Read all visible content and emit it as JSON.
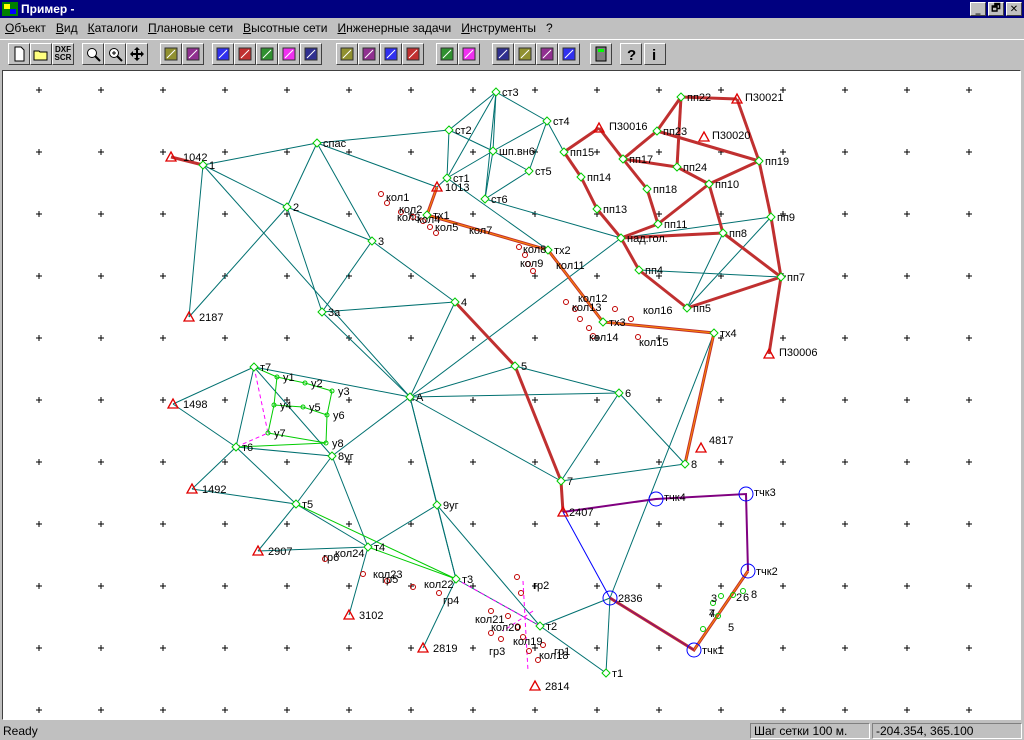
{
  "window": {
    "title": "Пример -"
  },
  "window_buttons": [
    "_",
    "🗗",
    "✕"
  ],
  "menu": [
    "Объект",
    "Вид",
    "Каталоги",
    "Плановые сети",
    "Высотные сети",
    "Инженерные задачи",
    "Инструменты",
    "?"
  ],
  "toolbar": {
    "dxf_label": "DXF SCR",
    "buttons": [
      {
        "name": "new-file-icon"
      },
      {
        "name": "open-folder-icon"
      },
      {
        "name": "dxf-export-icon"
      },
      {
        "name": "zoom-fit-icon"
      },
      {
        "name": "zoom-in-icon"
      },
      {
        "name": "pan-icon"
      },
      {
        "name": "network-calc-icon"
      },
      {
        "name": "binoculars-icon"
      },
      {
        "name": "list-icon"
      },
      {
        "name": "diagram-icon"
      },
      {
        "name": "balance-icon"
      },
      {
        "name": "sort-icon"
      },
      {
        "name": "balance-alt-icon"
      },
      {
        "name": "report-icon"
      },
      {
        "name": "chart-icon"
      },
      {
        "name": "balance-level-icon"
      },
      {
        "name": "table-icon"
      },
      {
        "name": "profile-icon"
      },
      {
        "name": "level-icon"
      },
      {
        "name": "tower-icon"
      },
      {
        "name": "tower-alt-icon"
      },
      {
        "name": "map-icon"
      },
      {
        "name": "elevation-icon"
      },
      {
        "name": "calculator-icon"
      },
      {
        "name": "help-icon"
      },
      {
        "name": "info-icon"
      }
    ]
  },
  "colors": {
    "teal": "#007070",
    "triangle": "#e00000",
    "traverse_red": "#c03030",
    "traverse_orange": "#ff8c00",
    "purple": "#800080",
    "green": "#00cc00",
    "magenta": "#ff00ff",
    "blue": "#0000ff"
  },
  "map": {
    "points": [
      {
        "id": "1042",
        "label": "1042",
        "type": "triangle"
      },
      {
        "id": "1",
        "label": "1",
        "type": "diamond"
      },
      {
        "id": "spas",
        "label": "спас",
        "type": "diamond"
      },
      {
        "id": "2",
        "label": "2",
        "type": "diamond"
      },
      {
        "id": "3",
        "label": "3",
        "type": "diamond"
      },
      {
        "id": "3a",
        "label": "3а",
        "type": "diamond"
      },
      {
        "id": "2187",
        "label": "2187",
        "type": "triangle"
      },
      {
        "id": "st1",
        "label": "ст1",
        "type": "diamond"
      },
      {
        "id": "st2",
        "label": "ст2",
        "type": "diamond"
      },
      {
        "id": "st3",
        "label": "ст3",
        "type": "diamond"
      },
      {
        "id": "st4",
        "label": "ст4",
        "type": "diamond"
      },
      {
        "id": "st5",
        "label": "ст5",
        "type": "diamond"
      },
      {
        "id": "st6",
        "label": "ст6",
        "type": "diamond"
      },
      {
        "id": "shp",
        "label": "шп.вн6",
        "type": "diamond"
      },
      {
        "id": "1013",
        "label": "1013",
        "type": "triangle"
      },
      {
        "id": "tx1",
        "label": "тх1",
        "type": "diamond"
      },
      {
        "id": "tx2",
        "label": "тх2",
        "type": "diamond"
      },
      {
        "id": "tx3",
        "label": "тх3",
        "type": "diamond"
      },
      {
        "id": "tx4",
        "label": "тх4",
        "type": "diamond"
      },
      {
        "id": "nadgol",
        "label": "над.гол.",
        "type": "diamond"
      },
      {
        "id": "p30016",
        "label": "П30016",
        "type": "triangle"
      },
      {
        "id": "p30021",
        "label": "П30021",
        "type": "triangle"
      },
      {
        "id": "p30020",
        "label": "П30020",
        "type": "triangle"
      },
      {
        "id": "p30006",
        "label": "П30006",
        "type": "triangle"
      },
      {
        "id": "pp22",
        "label": "пп22",
        "type": "diamond"
      },
      {
        "id": "pp23",
        "label": "пп23",
        "type": "diamond"
      },
      {
        "id": "pp15",
        "label": "пп15",
        "type": "diamond"
      },
      {
        "id": "pp17",
        "label": "пп17",
        "type": "diamond"
      },
      {
        "id": "pp24",
        "label": "пп24",
        "type": "diamond"
      },
      {
        "id": "pp19",
        "label": "пп19",
        "type": "diamond"
      },
      {
        "id": "pp14",
        "label": "пп14",
        "type": "diamond"
      },
      {
        "id": "pp18",
        "label": "пп18",
        "type": "diamond"
      },
      {
        "id": "pp10",
        "label": "пп10",
        "type": "diamond"
      },
      {
        "id": "pp13",
        "label": "пп13",
        "type": "diamond"
      },
      {
        "id": "pp11",
        "label": "пп11",
        "type": "diamond"
      },
      {
        "id": "pp9",
        "label": "пп9",
        "type": "diamond"
      },
      {
        "id": "pp8",
        "label": "пп8",
        "type": "diamond"
      },
      {
        "id": "pp4",
        "label": "пп4",
        "type": "diamond"
      },
      {
        "id": "pp7",
        "label": "пп7",
        "type": "diamond"
      },
      {
        "id": "pp5",
        "label": "пп5",
        "type": "diamond"
      },
      {
        "id": "4",
        "label": "4",
        "type": "diamond"
      },
      {
        "id": "5",
        "label": "5",
        "type": "diamond"
      },
      {
        "id": "6",
        "label": "6",
        "type": "diamond"
      },
      {
        "id": "7",
        "label": "7",
        "type": "diamond"
      },
      {
        "id": "8",
        "label": "8",
        "type": "diamond"
      },
      {
        "id": "4817",
        "label": "4817",
        "type": "triangle"
      },
      {
        "id": "2407",
        "label": "2407",
        "type": "triangle"
      },
      {
        "id": "A",
        "label": "А",
        "type": "diamond"
      },
      {
        "id": "t7",
        "label": "т7",
        "type": "diamond"
      },
      {
        "id": "t6",
        "label": "т6",
        "type": "diamond"
      },
      {
        "id": "t5",
        "label": "т5",
        "type": "diamond"
      },
      {
        "id": "t4",
        "label": "т4",
        "type": "diamond"
      },
      {
        "id": "t3",
        "label": "т3",
        "type": "diamond"
      },
      {
        "id": "t2",
        "label": "т2",
        "type": "diamond"
      },
      {
        "id": "t1",
        "label": "т1",
        "type": "diamond"
      },
      {
        "id": "8ug",
        "label": "8уг",
        "type": "diamond"
      },
      {
        "id": "9ug",
        "label": "9уг",
        "type": "diamond"
      },
      {
        "id": "1498",
        "label": "1498",
        "type": "triangle"
      },
      {
        "id": "1492",
        "label": "1492",
        "type": "triangle"
      },
      {
        "id": "2907",
        "label": "2907",
        "type": "triangle"
      },
      {
        "id": "3102",
        "label": "3102",
        "type": "triangle"
      },
      {
        "id": "2819",
        "label": "2819",
        "type": "triangle"
      },
      {
        "id": "2814",
        "label": "2814",
        "type": "triangle"
      },
      {
        "id": "2836",
        "label": "2836",
        "type": "circle"
      },
      {
        "id": "tchk1",
        "label": "тчк1",
        "type": "circle"
      },
      {
        "id": "tchk2",
        "label": "тчк2",
        "type": "circle"
      },
      {
        "id": "tchk3",
        "label": "тчк3",
        "type": "circle"
      },
      {
        "id": "tchk4",
        "label": "тчк4",
        "type": "circle"
      },
      {
        "id": "y1",
        "label": "у1",
        "type": "small"
      },
      {
        "id": "y2",
        "label": "у2",
        "type": "small"
      },
      {
        "id": "y3",
        "label": "у3",
        "type": "small"
      },
      {
        "id": "y4",
        "label": "у4",
        "type": "small"
      },
      {
        "id": "y5",
        "label": "у5",
        "type": "small"
      },
      {
        "id": "y6",
        "label": "у6",
        "type": "small"
      },
      {
        "id": "y7",
        "label": "у7",
        "type": "small"
      },
      {
        "id": "y8",
        "label": "у8",
        "type": "small"
      }
    ],
    "small_labels": [
      "кол1",
      "кол2",
      "кол3",
      "кол4",
      "кол5",
      "кол7",
      "кол8",
      "кол9",
      "кол11",
      "кол12",
      "кол13",
      "кол14",
      "кол15",
      "кол16",
      "кол24",
      "кол23",
      "кол22",
      "кол21",
      "кол20",
      "кол19",
      "кол18",
      "гр6",
      "гр5",
      "гр4",
      "гр3",
      "гр2",
      "гр1",
      "2",
      "3",
      "4",
      "5",
      "6",
      "7",
      "8"
    ]
  },
  "status": {
    "ready": "Ready",
    "grid_step": "Шаг сетки  100 м.",
    "coords": "-204.354, 365.100"
  }
}
